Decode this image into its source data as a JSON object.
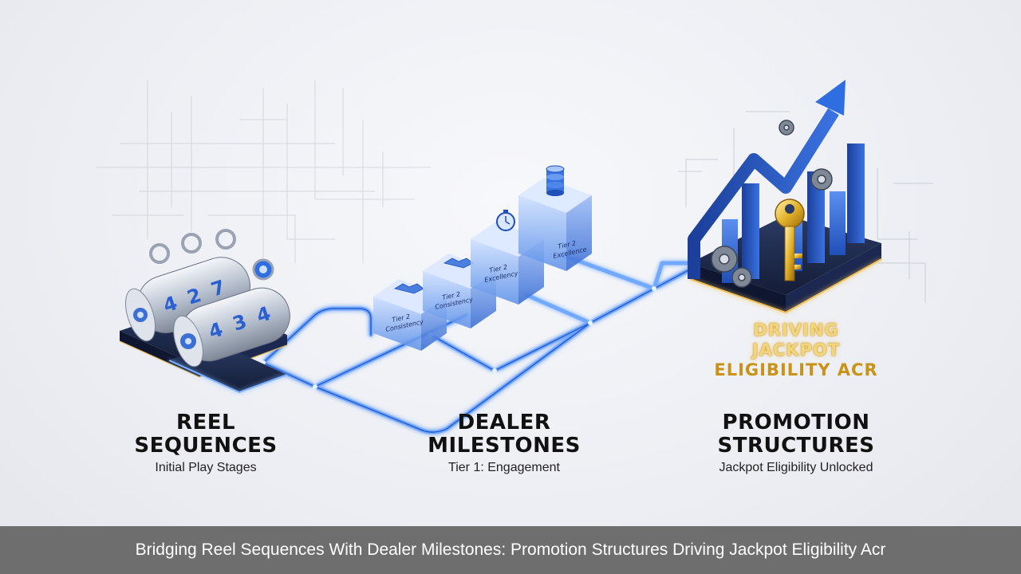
{
  "sections": {
    "reel": {
      "title_line1": "REEL",
      "title_line2": "SEQUENCES",
      "subtitle": "Initial Play Stages"
    },
    "dealer": {
      "title_line1": "DEALER",
      "title_line2": "MILESTONES",
      "subtitle": "Tier 1: Engagement"
    },
    "promo": {
      "title_line1": "PROMOTION",
      "title_line2": "STRUCTURES",
      "subtitle": "Jackpot Eligibility Unlocked"
    }
  },
  "gold_text": {
    "line1": "DRIVING",
    "line2": "JACKPOT",
    "line3": "ELIGIBILITY ACR"
  },
  "reels": {
    "back": [
      "4",
      "2",
      "7"
    ],
    "front": [
      "4",
      "3",
      "4"
    ]
  },
  "tier_boxes": [
    {
      "line1": "Tier 2",
      "line2": "Consistency"
    },
    {
      "line1": "Tier 2",
      "line2": "Consistency"
    },
    {
      "line1": "Tier 2",
      "line2": "Excellency"
    },
    {
      "line1": "Tier 2",
      "line2": "Excellence"
    }
  ],
  "footer": {
    "text": "Bridging Reel Sequences With Dealer Milestones: Promotion Structures Driving Jackpot Eligibility Acr"
  },
  "colors": {
    "accent_blue": "#2f6ee0",
    "glow_blue": "#5aa0ff",
    "gold": "#d9a520",
    "footer_bg": "#6e6e6e"
  },
  "icons": [
    "slot-reel-icon",
    "handshake-icon",
    "stopwatch-icon",
    "chip-stack-icon",
    "growth-arrow-icon",
    "gear-icon",
    "key-icon",
    "bar-chart-icon"
  ]
}
